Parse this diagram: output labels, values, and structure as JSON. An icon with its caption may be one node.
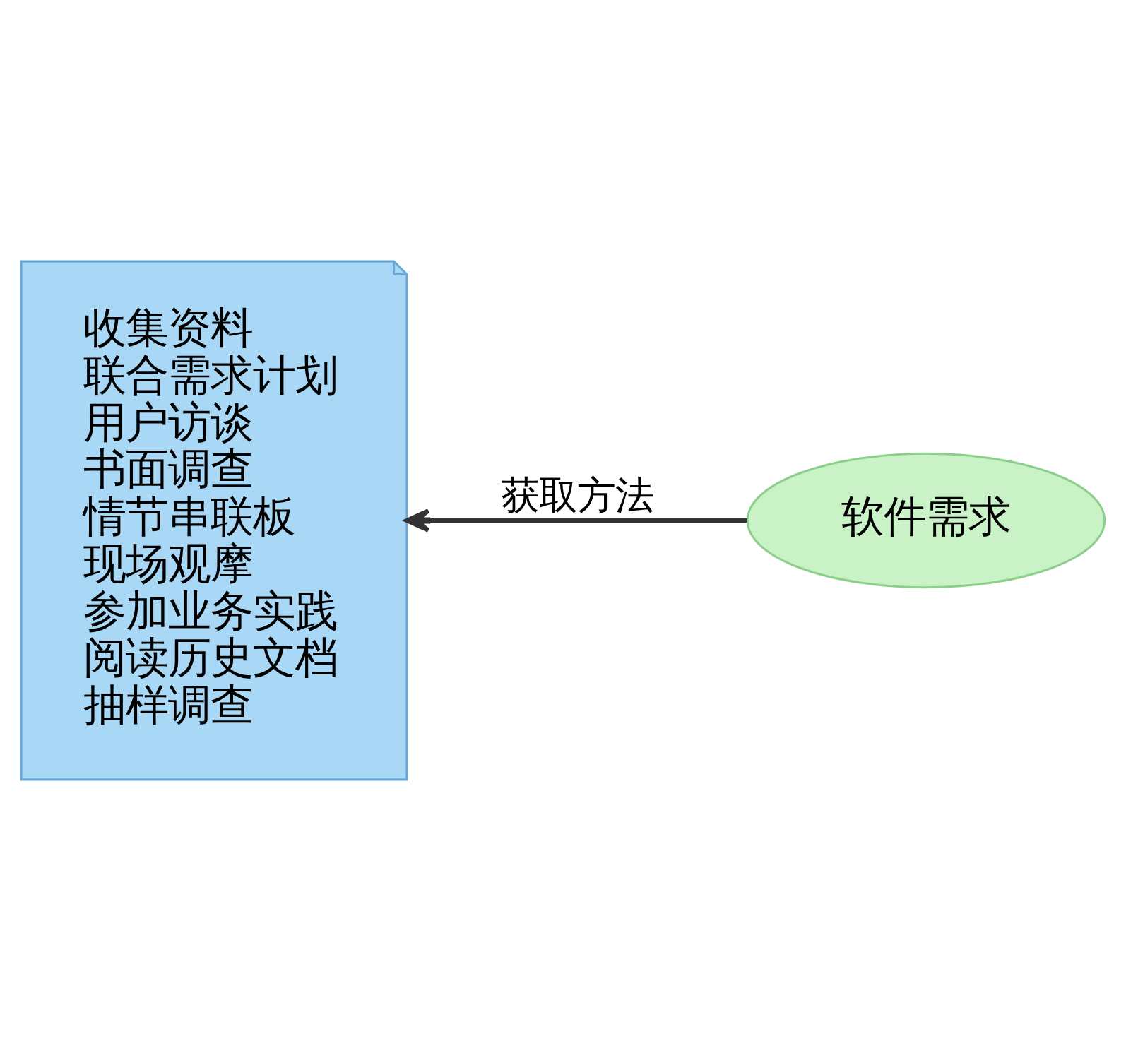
{
  "diagram": {
    "nodes": [
      {
        "text": [
          "收集资料",
          "联合需求计划",
          "用户访谈",
          "书面调查",
          "情节串联板",
          "现场观摩",
          "参加业务实践",
          "阅读历史文档",
          "抽样调查"
        ]
      },
      {
        "text": [
          "软件需求"
        ]
      }
    ],
    "edges": [
      {
        "from": 1,
        "to": 0,
        "arrow": "to",
        "label": "获取方法"
      }
    ]
  }
}
